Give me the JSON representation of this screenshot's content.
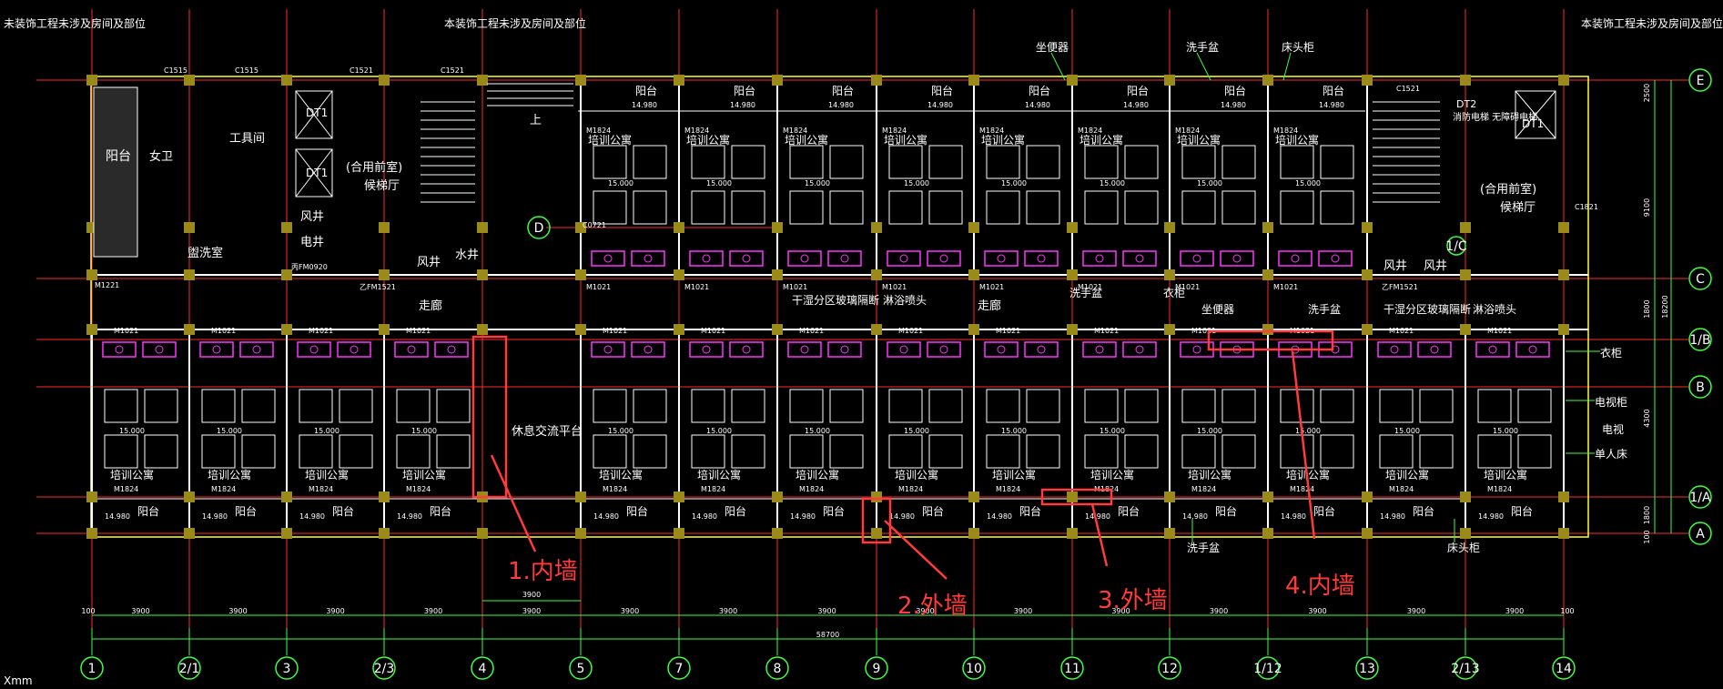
{
  "drawing": {
    "axes_bottom": [
      "1",
      "2/1",
      "3",
      "2/3",
      "4",
      "5",
      "7",
      "8",
      "9",
      "10",
      "11",
      "12",
      "1/12",
      "13",
      "2/13",
      "14"
    ],
    "axes_right": [
      "E",
      "C",
      "1/B",
      "B",
      "1/A",
      "A"
    ],
    "axis_D": "D",
    "axis_1C": "1/C",
    "dims_bottom": [
      "3900",
      "3900",
      "3900",
      "3900",
      "3900",
      "3900",
      "3900",
      "3900",
      "3900",
      "3900",
      "3900",
      "3900",
      "3900",
      "3900",
      "3900",
      "3900",
      "3900"
    ],
    "dim_mid": "3900",
    "dim_total": "58700",
    "dim_edge": "100",
    "dims_right": [
      "2500",
      "9100",
      "1800",
      "4300",
      "1800",
      "100"
    ],
    "dim_right_total": "18200",
    "corner_label": "Xmm"
  },
  "notes": {
    "top_left": "未装饰工程未涉及房间及部位",
    "top_mid": "本装饰工程未涉及房间及部位",
    "top_right": "本装饰工程未涉及房间及部位",
    "toilet_top": "坐便器",
    "basin_top": "洗手盆",
    "bedside_top": "床头柜",
    "glass_partition_left": "干湿分区玻璃隔断",
    "shower_left": "淋浴喷头",
    "basin_mid": "洗手盆",
    "wardrobe_mid": "衣柜",
    "toilet_mid": "坐便器",
    "basin_mid2": "洗手盆",
    "glass_partition_right": "干湿分区玻璃隔断",
    "shower_right": "淋浴喷头",
    "wardrobe_right": "衣柜",
    "tv_cabinet": "电视柜",
    "tv": "电视",
    "single_bed": "单人床",
    "basin_bottom": "洗手盆",
    "bedside_bottom": "床头柜"
  },
  "rooms": {
    "balcony": "阳台",
    "female_wc": "女卫",
    "tool_room": "工具间",
    "wash_room": "盥洗室",
    "lobby_left": "(合用前室)",
    "elevator_hall": "候梯厅",
    "air_shaft": "风井",
    "elec_shaft": "电井",
    "water_shaft": "水井",
    "corridor": "走廊",
    "corridor2": "走廊",
    "training_apt": "培训公寓",
    "rest_platform": "休息交流平台",
    "up": "上",
    "elevator_dt1": "DT1",
    "elevator_dt2": "DT2",
    "fire_elevator": "消防电梯\n无障碍电梯",
    "lobby_right": "(合用前室)",
    "elevator_hall_right": "候梯厅"
  },
  "tags": {
    "door_m1021": "M1021",
    "door_m1824": "M1824",
    "door_m1221": "M1221",
    "door_fm0920": "丙FM0920",
    "door_fm1521": "乙FM1521",
    "door_fm1521b": "乙FM1521",
    "win_c1515": "C1515",
    "win_c1521": "C1521",
    "win_c1821": "C1821",
    "win_c0721": "C0721",
    "elev_14980": "14.980",
    "elev_15000": "15.000"
  },
  "annotations": [
    {
      "label": "1.内墙"
    },
    {
      "label": "2.外墙"
    },
    {
      "label": "3.外墙"
    },
    {
      "label": "4.内墙"
    }
  ],
  "colors": {
    "background": "#000000",
    "grid_line": "#ff2a2a",
    "axis_bubble": "#3cff3c",
    "wall": "#ffffff",
    "fixture": "#ff33ff",
    "column": "#9a8a1a",
    "dim_line": "#3cff3c",
    "leader": "#3cff3c",
    "outline_yellow": "#ffff33",
    "annotation": "#ff3b3b",
    "elev_mark": "#00ff66"
  }
}
